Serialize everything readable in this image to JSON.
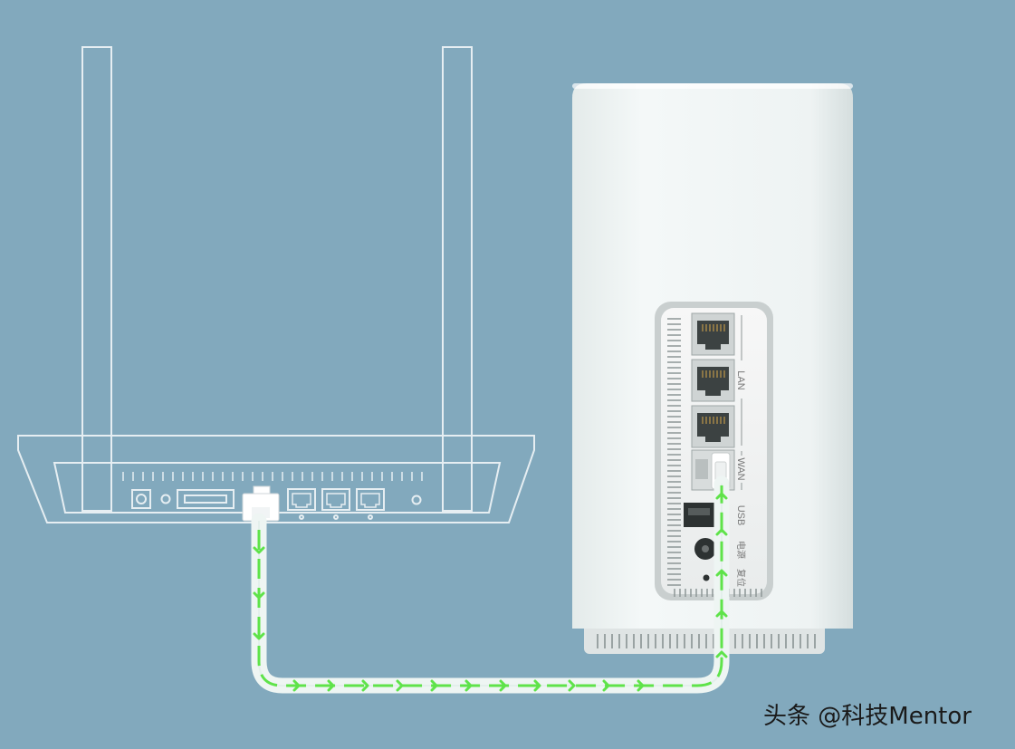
{
  "labels": {
    "lan": "LAN",
    "wan": "WAN",
    "usb": "USB",
    "power": "电源",
    "reset": "复位"
  },
  "watermark": "头条 @科技Mentor",
  "colors": {
    "background": "#82a9bd",
    "outline": "#e6eef2",
    "device_body": "#eef3f3",
    "cable_arrow": "#5fe34a"
  }
}
